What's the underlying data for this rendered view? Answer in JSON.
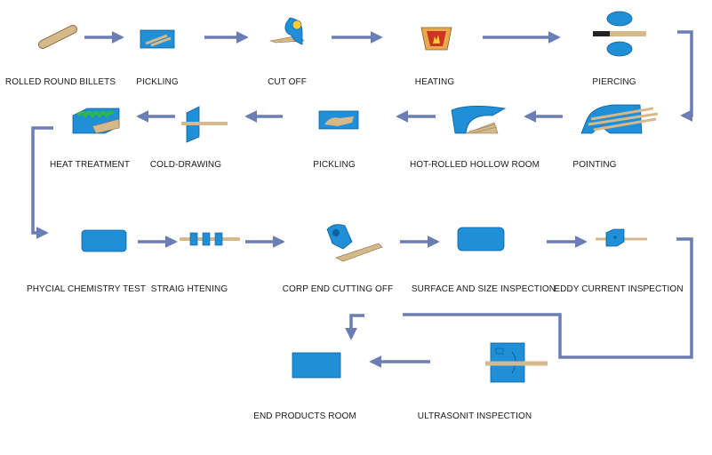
{
  "colors": {
    "arrow": "#6a7db5",
    "machine": "#1f8fd8",
    "material": "#d6b98a",
    "furnace_fire": "#cc3322",
    "text": "#1a1a1a"
  },
  "steps": [
    {
      "label": "ROLLED ROUND BILLETS",
      "icon": "round-billet-icon"
    },
    {
      "label": "PICKLING",
      "icon": "pickling-tank-icon"
    },
    {
      "label": "CUT OFF",
      "icon": "cutting-saw-icon"
    },
    {
      "label": "HEATING",
      "icon": "heating-furnace-icon"
    },
    {
      "label": "PIERCING",
      "icon": "piercing-mill-icon"
    },
    {
      "label": "POINTING",
      "icon": "pointing-machine-icon"
    },
    {
      "label": "HOT-ROLLED HOLLOW ROOM",
      "icon": "hollow-storage-icon"
    },
    {
      "label": "PICKLING",
      "icon": "pickling-tank-icon"
    },
    {
      "label": "COLD-DRAWING",
      "icon": "cold-drawing-die-icon"
    },
    {
      "label": "HEAT  TREATMENT",
      "icon": "heat-treatment-furnace-icon"
    },
    {
      "label": "PHYCIAL CHEMISTRY TEST",
      "icon": "lab-test-icon"
    },
    {
      "label": "STRAIG HTENING",
      "icon": "straightening-rollers-icon"
    },
    {
      "label": "CORP  END  CUTTING OFF",
      "icon": "end-cutting-icon"
    },
    {
      "label": "SURFACE AND SIZE  INSPECTION",
      "icon": "inspection-table-icon"
    },
    {
      "label": "EDDY  CURRENT  INSPECTION",
      "icon": "eddy-current-probe-icon"
    },
    {
      "label": "ULTRASONIT  INSPECTION",
      "icon": "ultrasonic-tester-icon"
    },
    {
      "label": "END  PRODUCTS  ROOM",
      "icon": "product-storage-icon"
    }
  ]
}
